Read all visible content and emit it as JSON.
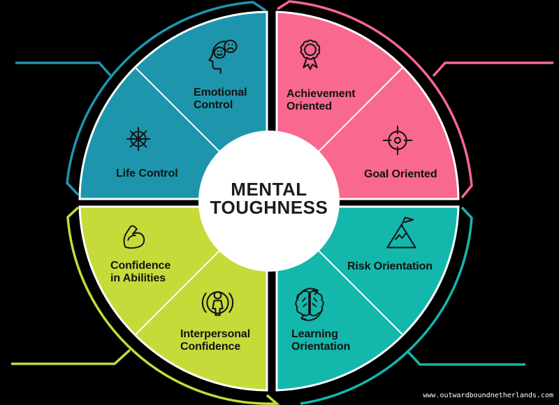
{
  "center": {
    "title": "MENTAL\nTOUGHNESS"
  },
  "watermark": "www.outwardboundnetherlands.com",
  "colors": {
    "background": "#000000",
    "divider": "#ffffff",
    "rim": "#ffffff",
    "center_circle": "#ffffff",
    "icon": "#141414",
    "label_text": "#121212",
    "center_text": "#1c1c1c",
    "watermark_text": "#ffffff",
    "teal": "#1d96ad",
    "pink": "#f8688f",
    "lime": "#c6da3a",
    "turquoise": "#14b7ac"
  },
  "quadrants": [
    {
      "position": "top-left",
      "color": "#1d96ad",
      "segments": [
        {
          "label": "Emotional\nControl",
          "icon": "head-emotions-icon"
        },
        {
          "label": "Life Control",
          "icon": "ship-wheel-icon"
        }
      ]
    },
    {
      "position": "top-right",
      "color": "#f8688f",
      "segments": [
        {
          "label": "Achievement\nOriented",
          "icon": "award-ribbon-icon"
        },
        {
          "label": "Goal Oriented",
          "icon": "target-icon"
        }
      ]
    },
    {
      "position": "bottom-left",
      "color": "#c6da3a",
      "segments": [
        {
          "label": "Confidence\nin Abilities",
          "icon": "flexed-bicep-icon"
        },
        {
          "label": "Interpersonal\nConfidence",
          "icon": "person-in-circle-icon"
        }
      ]
    },
    {
      "position": "bottom-right",
      "color": "#14b7ac",
      "segments": [
        {
          "label": "Risk Orientation",
          "icon": "mountain-flag-icon"
        },
        {
          "label": "Learning\nOrientation",
          "icon": "brain-refresh-icon"
        }
      ]
    }
  ]
}
